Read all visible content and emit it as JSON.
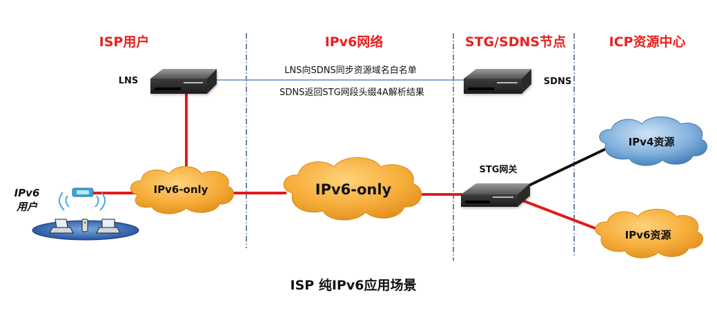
{
  "colors": {
    "zone_title": "#e8201d",
    "red_link": "#e21a1a",
    "blue_link": "#7ea7d6",
    "black_link": "#111111",
    "divider": "#3a5a80",
    "cloud_orange": "#f4a93a",
    "cloud_blue": "#5a8fc4"
  },
  "zones": [
    {
      "title": "ISP用户"
    },
    {
      "title": "IPv6网络"
    },
    {
      "title": "STG/SDNS节点"
    },
    {
      "title": "ICP资源中心"
    }
  ],
  "nodes": {
    "lns": {
      "label": "LNS",
      "icon": "server-icon"
    },
    "sdns": {
      "label": "SDNS",
      "icon": "server-icon"
    },
    "stg": {
      "label": "STG网关",
      "icon": "gateway-icon"
    },
    "user": {
      "label_line1": "IPv6",
      "label_line2": "用户",
      "icon": "wireless-users-icon"
    }
  },
  "clouds": {
    "isp_ipv6_only": "IPv6-only",
    "core_ipv6_only": "IPv6-only",
    "ipv4_resource": "IPv4资源",
    "ipv6_resource": "IPv6资源"
  },
  "links": {
    "lns_sdns_upper": "LNS向SDNS同步资源域名白名单",
    "lns_sdns_lower": "SDNS返回STG网段头缀4A解析结果"
  },
  "caption": "ISP 纯IPv6应用场景"
}
